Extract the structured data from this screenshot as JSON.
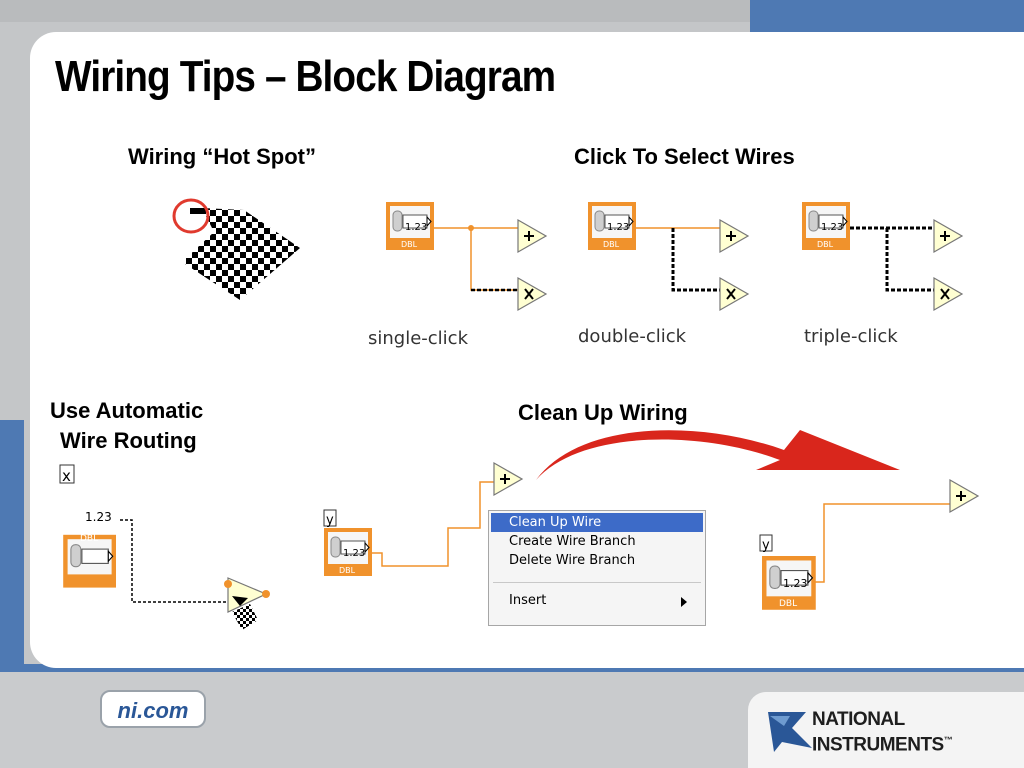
{
  "slide": {
    "title": "Wiring Tips – Block Diagram",
    "sections": {
      "hot_spot": "Wiring “Hot Spot”",
      "select_wires": "Click To Select Wires",
      "auto_routing_line1": "Use Automatic",
      "auto_routing_line2": "Wire Routing",
      "clean_up": "Clean Up Wiring"
    },
    "captions": {
      "single": "single-click",
      "double": "double-click",
      "triple": "triple-click"
    },
    "terminal": {
      "value": "1.23",
      "type": "DBL"
    },
    "variables": {
      "x": "x",
      "y": "y"
    },
    "operators": {
      "add": "+",
      "multiply": "×"
    }
  },
  "context_menu": {
    "items": [
      "Clean Up Wire",
      "Create Wire Branch",
      "Delete Wire Branch",
      "Insert"
    ],
    "selected_index": 0
  },
  "footer": {
    "site_link": "ni.com",
    "logo_line1": "NATIONAL",
    "logo_line2": "INSTRUMENTS",
    "trademark": "™"
  },
  "colors": {
    "accent_blue": "#4e79b3",
    "terminal_orange": "#f0922c",
    "wire_orange": "#f0922c",
    "menu_highlight": "#3d6bc8",
    "arrow_red": "#d9261c"
  }
}
